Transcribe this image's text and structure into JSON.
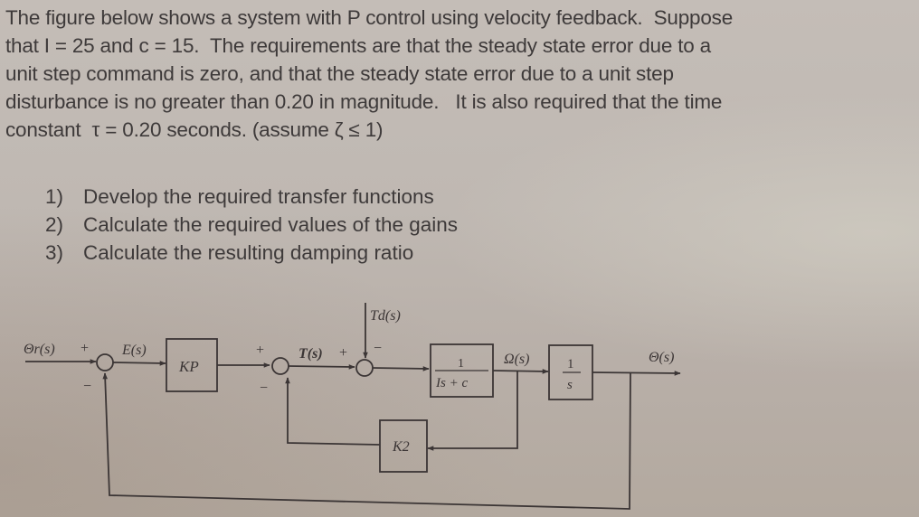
{
  "problem": {
    "lines": [
      "The figure below shows a system with P control using velocity feedback.  Suppose",
      "that I = 25 and c = 15.  The requirements are that the steady state error due to a",
      "unit step command is zero, and that the steady state error due to a unit step",
      "disturbance is no greater than 0.20 in magnitude.   It is also required that the time",
      "constant  τ = 0.20 seconds. (assume ζ ≤ 1)"
    ],
    "given": {
      "I": 25,
      "c": 15,
      "max_disturbance_error": 0.2,
      "time_constant_s": 0.2
    }
  },
  "tasks": [
    {
      "num": "1)",
      "text": "Develop the required transfer functions"
    },
    {
      "num": "2)",
      "text": "Calculate the required values of the gains"
    },
    {
      "num": "3)",
      "text": "Calculate the resulting damping ratio"
    }
  ],
  "diagram": {
    "signals": {
      "input": "Θr(s)",
      "error": "E(s)",
      "torque": "T(s)",
      "disturbance": "Td(s)",
      "velocity": "Ω(s)",
      "output": "Θ(s)"
    },
    "blocks": {
      "controller": "KP",
      "plant_num": "1",
      "plant_den": "Is + c",
      "integrator_num": "1",
      "integrator_den": "s",
      "velocity_gain": "K2"
    },
    "signs": {
      "sum1_plus": "+",
      "sum1_minus": "−",
      "sum2_plus": "+",
      "sum2_minus": "−",
      "sum3_plus": "+",
      "sum3_minus": "−"
    }
  }
}
